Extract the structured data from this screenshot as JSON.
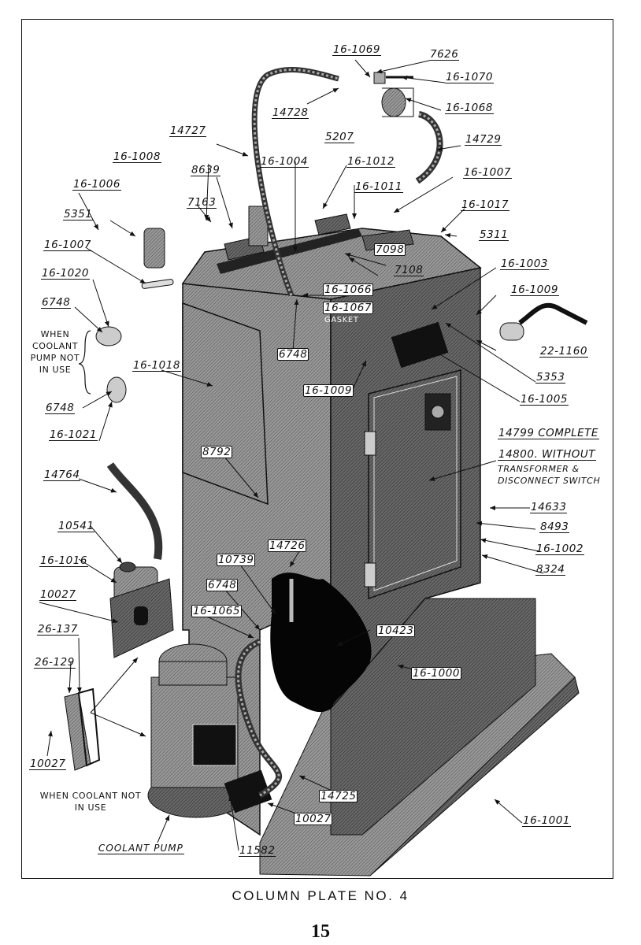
{
  "plate": {
    "caption": "COLUMN PLATE NO. 4",
    "page_number": "15"
  },
  "labels": {
    "p16_1069": "16-1069",
    "p7626": "7626",
    "p16_1070": "16-1070",
    "p14728": "14728",
    "p16_1068": "16-1068",
    "p14727": "14727",
    "p14729": "14729",
    "p5207": "5207",
    "p16_1008": "16-1008",
    "p16_1004": "16-1004",
    "p16_1012": "16-1012",
    "p16_1007_top": "16-1007",
    "p8639": "8639",
    "p16_1006": "16-1006",
    "p16_1011": "16-1011",
    "p7163": "7163",
    "p16_1017": "16-1017",
    "p5351": "5351",
    "p5311": "5311",
    "p16_1007_left": "16-1007",
    "p7098": "7098",
    "p7108": "7108",
    "p16_1020": "16-1020",
    "p16_1003": "16-1003",
    "p16_1066": "16-1066",
    "p16_1009_right": "16-1009",
    "p16_1067": "16-1067",
    "gasket": "GASKET",
    "p6748_a": "6748",
    "p6748_center": "6748",
    "p22_1160": "22-1160",
    "p16_1018": "16-1018",
    "p5353": "5353",
    "p16_1009_front": "16-1009",
    "p6748_b": "6748",
    "p16_1005": "16-1005",
    "p16_1021": "16-1021",
    "p14799": "14799 COMPLETE",
    "p14800": "14800. WITHOUT",
    "p14800_note": "TRANSFORMER & DISCONNECT SWITCH",
    "p8792": "8792",
    "p14764": "14764",
    "p14633": "14633",
    "p8493": "8493",
    "p10541": "10541",
    "p16_1002": "16-1002",
    "p14726": "14726",
    "p16_1016": "16-1016",
    "p8324": "8324",
    "p10739": "10739",
    "p10027_left": "10027",
    "p6748_pump": "6748",
    "p16_1065": "16-1065",
    "p26_137": "26-137",
    "p10423": "10423",
    "p26_129": "26-129",
    "p16_1000": "16-1000",
    "p10027_screw": "10027",
    "p14725": "14725",
    "p10027_bottom": "10027",
    "p16_1001": "16-1001",
    "coolant_pump": "COOLANT PUMP",
    "p11582": "11582"
  },
  "notes": {
    "pump_not_in_use": "WHEN COOLANT PUMP NOT IN USE",
    "coolant_not_in_use": "WHEN COOLANT NOT IN USE"
  }
}
